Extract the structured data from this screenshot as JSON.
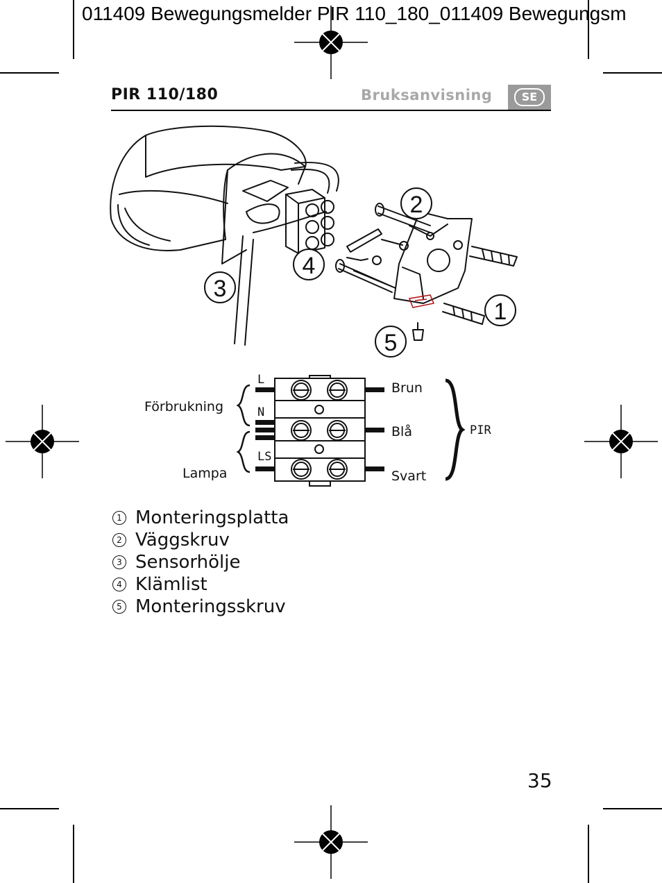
{
  "print_slug": "011409 Bewegungsmelder PIR 110_180_011409 Bewegungsm",
  "header": {
    "model": "PIR 110/180",
    "section": "Bruksanvisning",
    "language_code": "SE"
  },
  "illustration": {
    "callouts": [
      "2",
      "4",
      "3",
      "1",
      "5"
    ]
  },
  "wiring": {
    "terminals": [
      "L",
      "N",
      "LS"
    ],
    "group_left_top": "Förbrukning",
    "group_left_bottom": "Lampa",
    "wires_right": [
      "Brun",
      "Blå",
      "Svart"
    ],
    "group_right": "PIR"
  },
  "legend": [
    {
      "num": "1",
      "text": "Monteringsplatta"
    },
    {
      "num": "2",
      "text": "Väggskruv"
    },
    {
      "num": "3",
      "text": "Sensorhölje"
    },
    {
      "num": "4",
      "text": "Klämlist"
    },
    {
      "num": "5",
      "text": "Monteringsskruv"
    }
  ],
  "page_number": "35"
}
